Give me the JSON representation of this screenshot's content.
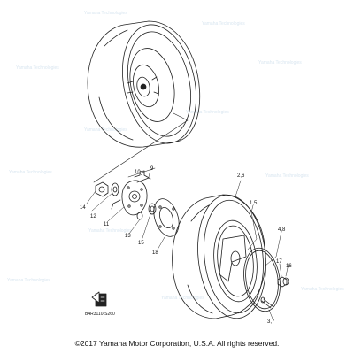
{
  "watermark": "Yamaha Technologies",
  "callouts": {
    "c14": "14",
    "c12": "12",
    "c11": "11",
    "c13": "13",
    "c15": "15",
    "c18": "18",
    "c10": "10",
    "c9": "9",
    "c26": "2,6",
    "c15b": "1,5",
    "c48": "4,8",
    "c17": "17",
    "c16": "16",
    "c37": "3,7"
  },
  "diagram_code": "B4R3110-S260",
  "copyright": "©2017 Yamaha Motor Corporation, U.S.A. All rights reserved.",
  "colors": {
    "line": "#222222",
    "watermark": "#d9e6f0"
  }
}
